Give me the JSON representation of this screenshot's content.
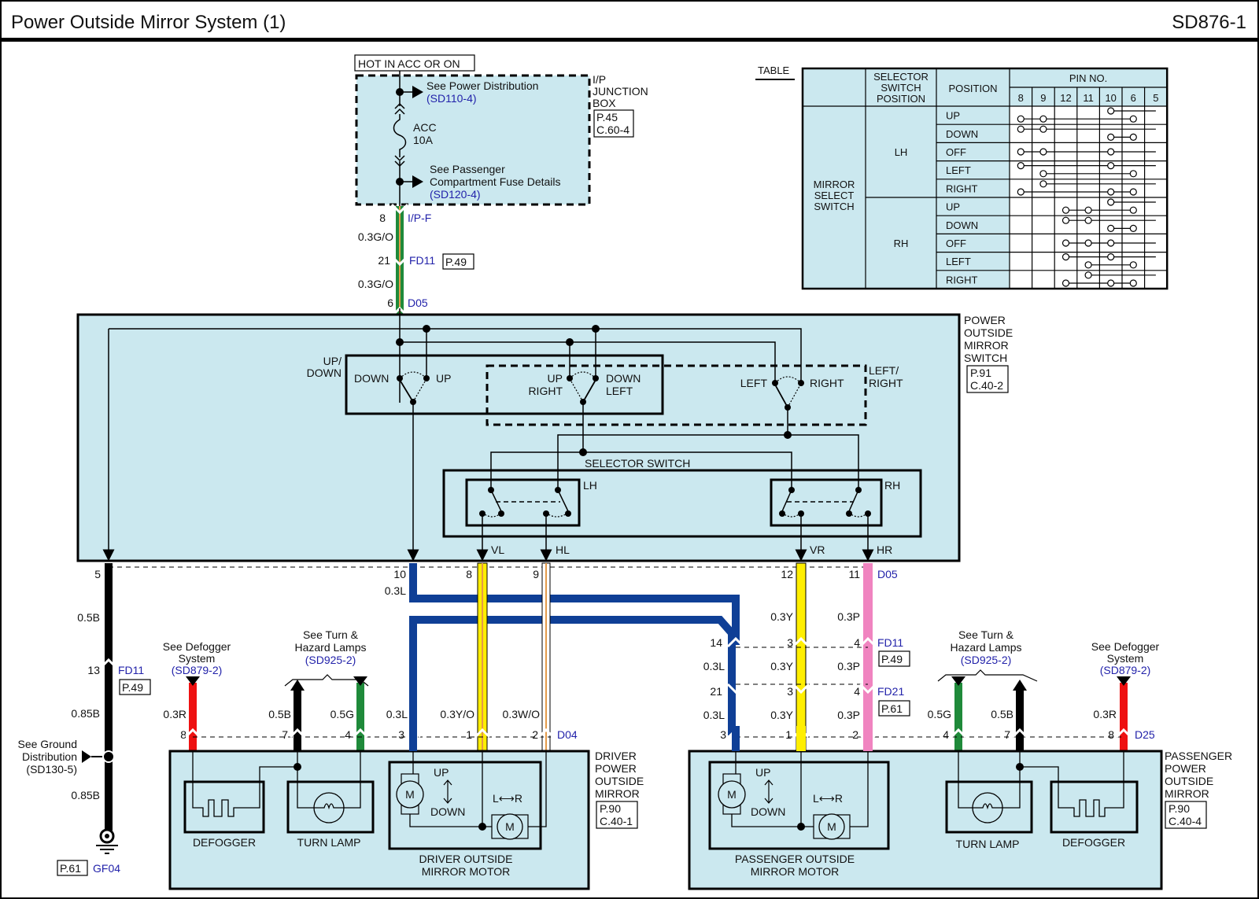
{
  "header": {
    "title": "Power Outside Mirror System (1)",
    "code": "SD876-1"
  },
  "colors": {
    "box_fill": "#cbe8ef",
    "link_blue": "#2222aa",
    "wire_green": "#1f8a3a",
    "wire_orange": "#e39a4a",
    "wire_blue": "#0f3f96",
    "wire_yellow": "#ffee00",
    "wire_pink": "#f084c0",
    "wire_red": "#ee1111",
    "wire_black": "#000000"
  },
  "power": {
    "hot_label": "HOT IN ACC OR ON",
    "see_power": "See Power Distribution",
    "see_power_ref": "(SD110-4)",
    "fuse_name": "ACC",
    "fuse_rating": "10A",
    "see_pass_1": "See Passenger",
    "see_pass_2": "Compartment Fuse Details",
    "see_pass_ref": "(SD120-4)",
    "jb_1": "I/P",
    "jb_2": "JUNCTION",
    "jb_3": "BOX",
    "jb_page": "P.45",
    "jb_conn": "C.60-4"
  },
  "feed": {
    "pin_top": "8",
    "conn_top": "I/P-F",
    "wire1": "0.3G/O",
    "pin_mid": "21",
    "conn_mid": "FD11",
    "conn_mid_page": "P.49",
    "wire2": "0.3G/O",
    "pin_bot": "6",
    "conn_bot": "D05"
  },
  "switch": {
    "name_1": "POWER",
    "name_2": "OUTSIDE",
    "name_3": "MIRROR",
    "name_4": "SWITCH",
    "page": "P.91",
    "conn": "C.40-2",
    "updown_1": "UP/",
    "updown_2": "DOWN",
    "down": "DOWN",
    "up": "UP",
    "up2": "UP",
    "right2": "RIGHT",
    "down2": "DOWN",
    "left2": "LEFT",
    "left3": "LEFT",
    "right3": "RIGHT",
    "lr_1": "LEFT/",
    "lr_2": "RIGHT",
    "selector": "SELECTOR SWITCH",
    "lh": "LH",
    "rh": "RH",
    "vl": "VL",
    "hl": "HL",
    "vr": "VR",
    "hr": "HR"
  },
  "table": {
    "caption": "TABLE",
    "headers": {
      "col1": "",
      "col2_1": "SELECTOR",
      "col2_2": "SWITCH",
      "col2_3": "POSITION",
      "col3": "POSITION",
      "pin_no": "PIN NO."
    },
    "pins": [
      "8",
      "9",
      "12",
      "11",
      "10",
      "6",
      "5"
    ],
    "row_group": {
      "l1": "MIRROR",
      "l2": "SELECT",
      "l3": "SWITCH"
    },
    "groups": [
      {
        "name": "LH",
        "rows": [
          {
            "position": "UP",
            "links": [
              [
                10,
                5
              ],
              [
                8,
                9,
                6
              ]
            ]
          },
          {
            "position": "DOWN",
            "links": [
              [
                8,
                9,
                5
              ],
              [
                10,
                6
              ]
            ]
          },
          {
            "position": "OFF",
            "links": [
              [
                8,
                9,
                10,
                5
              ]
            ]
          },
          {
            "position": "LEFT",
            "links": [
              [
                8,
                10,
                5
              ],
              [
                9,
                6
              ]
            ]
          },
          {
            "position": "RIGHT",
            "links": [
              [
                9,
                5
              ],
              [
                8,
                10,
                6
              ]
            ]
          }
        ]
      },
      {
        "name": "RH",
        "rows": [
          {
            "position": "UP",
            "links": [
              [
                10,
                5
              ],
              [
                12,
                11,
                6
              ]
            ]
          },
          {
            "position": "DOWN",
            "links": [
              [
                12,
                11,
                5
              ],
              [
                10,
                6
              ]
            ]
          },
          {
            "position": "OFF",
            "links": [
              [
                12,
                11,
                10,
                5
              ]
            ]
          },
          {
            "position": "LEFT",
            "links": [
              [
                12,
                10,
                5
              ],
              [
                11,
                6
              ]
            ]
          },
          {
            "position": "RIGHT",
            "links": [
              [
                11,
                5
              ],
              [
                12,
                10,
                6
              ]
            ]
          }
        ]
      }
    ]
  },
  "ground": {
    "pin5": "5",
    "wire1": "0.5B",
    "pin13": "13",
    "conn": "FD11",
    "conn_page": "P.49",
    "wire2": "0.85B",
    "see_1": "See Ground",
    "see_2": "Distribution",
    "see_ref": "(SD130-5)",
    "wire3": "0.85B",
    "gnd_page": "P.61",
    "gnd_name": "GF04"
  },
  "upper_wires": {
    "p10": "10",
    "w10": "0.3L",
    "p8": "8",
    "p9": "9",
    "p12": "12",
    "p11": "11",
    "conn": "D05"
  },
  "passenger_run": {
    "wy": "0.3Y",
    "wp": "0.3P",
    "p14": "14",
    "p3a": "3",
    "p4a": "4",
    "conn1": "FD11",
    "conn1_page": "P.49",
    "wl2": "0.3L",
    "wy2": "0.3Y",
    "wp2": "0.3P",
    "p21": "21",
    "p3b": "3",
    "p4b": "4",
    "conn2": "FD21",
    "conn2_page": "P.61",
    "wl3": "0.3L",
    "wy3": "0.3Y",
    "wp3": "0.3P"
  },
  "driver": {
    "defog_see_1": "See Defogger",
    "defog_see_2": "System",
    "defog_ref": "(SD879-2)",
    "turn_see_1": "See Turn &",
    "turn_see_2": "Hazard Lamps",
    "turn_ref": "(SD925-2)",
    "wires": [
      {
        "pin": "8",
        "gauge": "0.3R"
      },
      {
        "pin": "7",
        "gauge": "0.5B"
      },
      {
        "pin": "4",
        "gauge": "0.5G"
      },
      {
        "pin": "3",
        "gauge": "0.3L"
      },
      {
        "pin": "1",
        "gauge": "0.3Y/O"
      },
      {
        "pin": "2",
        "gauge": "0.3W/O"
      }
    ],
    "conn": "D04",
    "name_1": "DRIVER",
    "name_2": "POWER",
    "name_3": "OUTSIDE",
    "name_4": "MIRROR",
    "page": "P.90",
    "connector": "C.40-1",
    "defogger": "DEFOGGER",
    "turn_lamp": "TURN LAMP",
    "motor_1": "DRIVER OUTSIDE",
    "motor_2": "MIRROR MOTOR",
    "up": "UP",
    "down": "DOWN",
    "lr": "L⟷R",
    "m": "M"
  },
  "passenger": {
    "turn_see_1": "See Turn &",
    "turn_see_2": "Hazard Lamps",
    "turn_ref": "(SD925-2)",
    "defog_see_1": "See Defogger",
    "defog_see_2": "System",
    "defog_ref": "(SD879-2)",
    "wires": [
      {
        "pin": "3",
        "gauge": ""
      },
      {
        "pin": "1",
        "gauge": ""
      },
      {
        "pin": "2",
        "gauge": ""
      },
      {
        "pin": "4",
        "gauge": "0.5G"
      },
      {
        "pin": "7",
        "gauge": "0.5B"
      },
      {
        "pin": "8",
        "gauge": "0.3R"
      }
    ],
    "conn": "D25",
    "name_1": "PASSENGER",
    "name_2": "POWER",
    "name_3": "OUTSIDE",
    "name_4": "MIRROR",
    "page": "P.90",
    "connector": "C.40-4",
    "defogger": "DEFOGGER",
    "turn_lamp": "TURN LAMP",
    "motor_1": "PASSENGER OUTSIDE",
    "motor_2": "MIRROR MOTOR",
    "up": "UP",
    "down": "DOWN",
    "lr": "L⟷R",
    "m": "M"
  }
}
